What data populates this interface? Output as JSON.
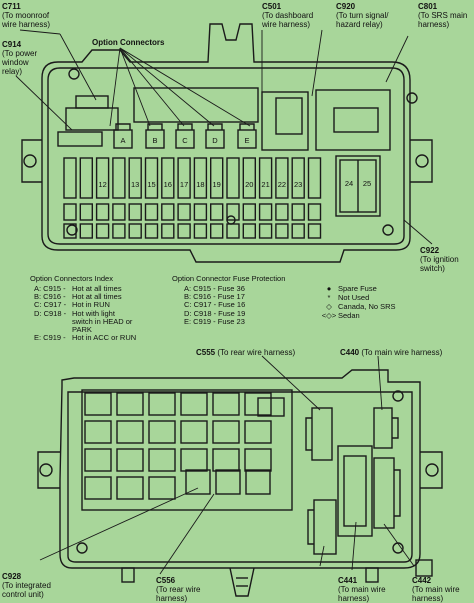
{
  "callouts": {
    "c711": {
      "code": "C711",
      "desc": [
        "(To moonroof",
        "wire harness)"
      ]
    },
    "c501": {
      "code": "C501",
      "desc": [
        "(To dashboard",
        "wire harness)"
      ]
    },
    "c920": {
      "code": "C920",
      "desc": [
        "(To turn signal/",
        "hazard relay)"
      ]
    },
    "c801": {
      "code": "C801",
      "desc": [
        "(To SRS main",
        "harness)"
      ]
    },
    "c914": {
      "code": "C914",
      "desc": [
        "(To power",
        "window",
        "relay)"
      ]
    },
    "c922": {
      "code": "C922",
      "desc": [
        "(To ignition",
        "switch)"
      ]
    },
    "c555": {
      "code": "C555",
      "desc": "(To rear wire harness)"
    },
    "c440": {
      "code": "C440",
      "desc": "(To main wire harness)"
    },
    "c928": {
      "code": "C928",
      "desc": [
        "(To integrated",
        "control unit)"
      ]
    },
    "c556": {
      "code": "C556",
      "desc": [
        "(To rear wire",
        "harness)"
      ]
    },
    "c441": {
      "code": "C441",
      "desc": [
        "(To main wire",
        "harness)"
      ]
    },
    "c442": {
      "code": "C442",
      "desc": [
        "(To main wire",
        "harness)"
      ]
    }
  },
  "option_connectors_label": "Option Connectors",
  "option_letters": [
    "A",
    "B",
    "C",
    "D",
    "E"
  ],
  "fuse_numbers": [
    "12",
    "13",
    "15",
    "16",
    "17",
    "18",
    "19",
    "20",
    "21",
    "22",
    "23",
    "24",
    "25"
  ],
  "index": {
    "title": "Option Connectors Index",
    "rows": [
      {
        "key": "A: C915 -",
        "val": [
          "Hot at all times"
        ]
      },
      {
        "key": "B: C916 -",
        "val": [
          "Hot at all times"
        ]
      },
      {
        "key": "C: C917 -",
        "val": [
          "Hot in RUN"
        ]
      },
      {
        "key": "D: C918 -",
        "val": [
          "Hot with light",
          "switch in HEAD or",
          "PARK"
        ]
      },
      {
        "key": "E: C919 -",
        "val": [
          "Hot in ACC or RUN"
        ]
      }
    ]
  },
  "protection": {
    "title": "Option Connector Fuse Protection",
    "rows": [
      "A: C915 - Fuse 36",
      "B: C916 - Fuse 17",
      "C: C917 - Fuse 16",
      "D: C918 - Fuse 19",
      "E: C919 - Fuse 23"
    ]
  },
  "legend": [
    {
      "symbol": "●",
      "text": "Spare Fuse"
    },
    {
      "symbol": "*",
      "text": "Not Used"
    },
    {
      "symbol": "◇",
      "text": "Canada, No SRS"
    },
    {
      "symbol": "<◇>",
      "text": "Sedan"
    }
  ],
  "colors": {
    "background": "#a8d69a",
    "line": "#1a1a1a"
  }
}
